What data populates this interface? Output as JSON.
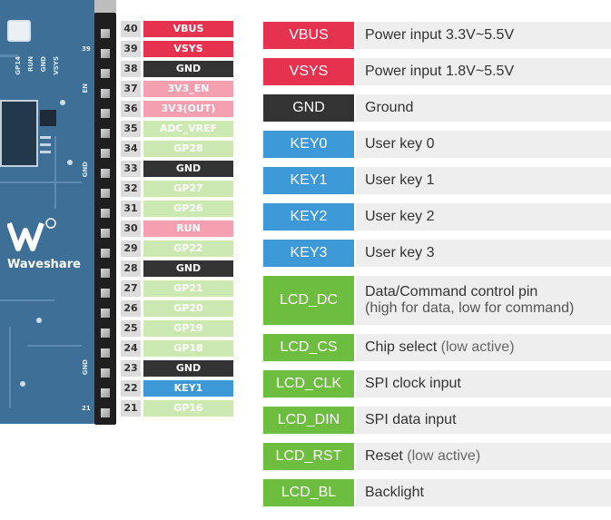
{
  "colors": {
    "power": "#e6314f",
    "power_light": "#f4a0b1",
    "ground": "#333333",
    "key": "#3c98d6",
    "lcd": "#6dbe3e",
    "gpio_light": "#cde9b2",
    "board": "#3d6f97"
  },
  "board": {
    "silkscreen": [
      "GP14",
      "RUN",
      "GND",
      "VSYS"
    ],
    "silkscreen_right": [
      "EN",
      "GND",
      "GND"
    ],
    "logo_icon": "waveshare-logo-icon",
    "logo_text": "Waveshare",
    "header_top_number": "39",
    "header_bottom_number": "21"
  },
  "pins": [
    {
      "num": "40",
      "label": "VBUS",
      "kind": "power"
    },
    {
      "num": "39",
      "label": "VSYS",
      "kind": "power"
    },
    {
      "num": "38",
      "label": "GND",
      "kind": "ground"
    },
    {
      "num": "37",
      "label": "3V3_EN",
      "kind": "power_light"
    },
    {
      "num": "36",
      "label": "3V3(OUT)",
      "kind": "power_light"
    },
    {
      "num": "35",
      "label": "ADC_VREF",
      "kind": "gpio_light"
    },
    {
      "num": "34",
      "label": "GP28",
      "kind": "gpio_light"
    },
    {
      "num": "33",
      "label": "GND",
      "kind": "ground"
    },
    {
      "num": "32",
      "label": "GP27",
      "kind": "gpio_light"
    },
    {
      "num": "31",
      "label": "GP26",
      "kind": "gpio_light"
    },
    {
      "num": "30",
      "label": "RUN",
      "kind": "power_light"
    },
    {
      "num": "29",
      "label": "GP22",
      "kind": "gpio_light"
    },
    {
      "num": "28",
      "label": "GND",
      "kind": "ground"
    },
    {
      "num": "27",
      "label": "GP21",
      "kind": "gpio_light"
    },
    {
      "num": "26",
      "label": "GP20",
      "kind": "gpio_light"
    },
    {
      "num": "25",
      "label": "GP19",
      "kind": "gpio_light"
    },
    {
      "num": "24",
      "label": "GP18",
      "kind": "gpio_light"
    },
    {
      "num": "23",
      "label": "GND",
      "kind": "ground"
    },
    {
      "num": "22",
      "label": "KEY1",
      "kind": "key"
    },
    {
      "num": "21",
      "label": "GP16",
      "kind": "gpio_light"
    }
  ],
  "legend": [
    {
      "tag": "VBUS",
      "kind": "power",
      "desc": "Power input 3.3V~5.5V",
      "note": ""
    },
    {
      "tag": "VSYS",
      "kind": "power",
      "desc": "Power input 1.8V~5.5V",
      "note": ""
    },
    {
      "tag": "GND",
      "kind": "ground",
      "desc": "Ground",
      "note": ""
    },
    {
      "tag": "KEY0",
      "kind": "key",
      "desc": "User key 0",
      "note": ""
    },
    {
      "tag": "KEY1",
      "kind": "key",
      "desc": "User key 1",
      "note": ""
    },
    {
      "tag": "KEY2",
      "kind": "key",
      "desc": "User key 2",
      "note": ""
    },
    {
      "tag": "KEY3",
      "kind": "key",
      "desc": "User key 3",
      "note": ""
    },
    {
      "tag": "LCD_DC",
      "kind": "lcd",
      "desc": "Data/Command control pin",
      "note": "(high for data, low for command)",
      "tall": true
    },
    {
      "tag": "LCD_CS",
      "kind": "lcd",
      "desc": "Chip select",
      "note": "(low active)"
    },
    {
      "tag": "LCD_CLK",
      "kind": "lcd",
      "desc": "SPI clock input",
      "note": ""
    },
    {
      "tag": "LCD_DIN",
      "kind": "lcd",
      "desc": "SPI data input",
      "note": ""
    },
    {
      "tag": "LCD_RST",
      "kind": "lcd",
      "desc": "Reset",
      "note": "(low active)"
    },
    {
      "tag": "LCD_BL",
      "kind": "lcd",
      "desc": "Backlight",
      "note": ""
    }
  ]
}
